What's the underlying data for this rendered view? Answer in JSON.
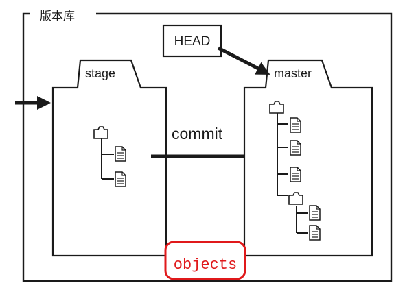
{
  "repo": {
    "title": "版本库"
  },
  "head": {
    "label": "HEAD"
  },
  "stage": {
    "label": "stage"
  },
  "master": {
    "label": "master"
  },
  "commit": {
    "label": "commit"
  },
  "objects": {
    "label": "objects",
    "color": "#e0191b"
  },
  "colors": {
    "stroke": "#1a1a1a",
    "background": "#ffffff"
  },
  "icons": [
    "folder-icon",
    "file-icon",
    "arrow-right-icon"
  ]
}
